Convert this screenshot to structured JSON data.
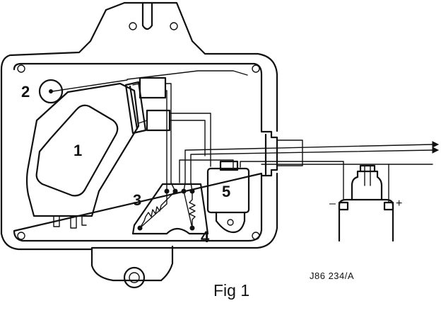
{
  "labels": {
    "one": "1",
    "two": "2",
    "three": "3",
    "four": "4",
    "five": "5",
    "minus": "–",
    "plus": "+"
  },
  "reference": "J86 234/A",
  "caption": "Fig 1"
}
